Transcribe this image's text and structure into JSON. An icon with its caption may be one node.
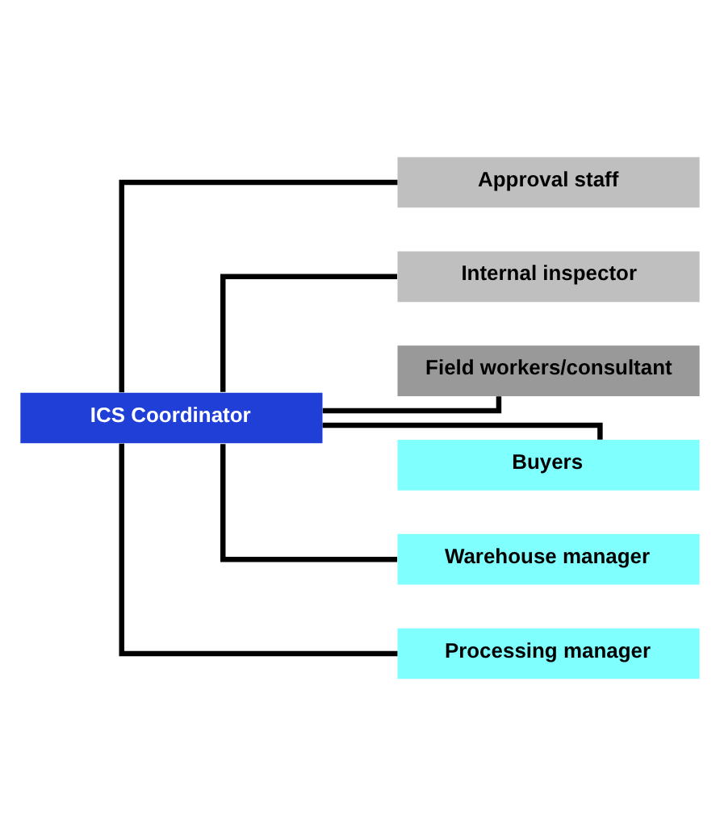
{
  "diagram": {
    "nodes": [
      {
        "text": [
          "ICS Coordinator"
        ]
      },
      {
        "text": [
          "Approval staff"
        ]
      },
      {
        "text": [
          "Internal inspector"
        ]
      },
      {
        "text": [
          "Field workers/consultant"
        ]
      },
      {
        "text": [
          "Buyers"
        ]
      },
      {
        "text": [
          "Warehouse manager"
        ]
      },
      {
        "text": [
          "Processing manager"
        ]
      }
    ],
    "edges": [
      {
        "from": 0,
        "to": 1,
        "arrow": "none"
      },
      {
        "from": 0,
        "to": 2,
        "arrow": "none"
      },
      {
        "from": 0,
        "to": 3,
        "arrow": "none"
      },
      {
        "from": 0,
        "to": 4,
        "arrow": "none"
      },
      {
        "from": 0,
        "to": 5,
        "arrow": "none"
      },
      {
        "from": 0,
        "to": 6,
        "arrow": "none"
      }
    ]
  }
}
